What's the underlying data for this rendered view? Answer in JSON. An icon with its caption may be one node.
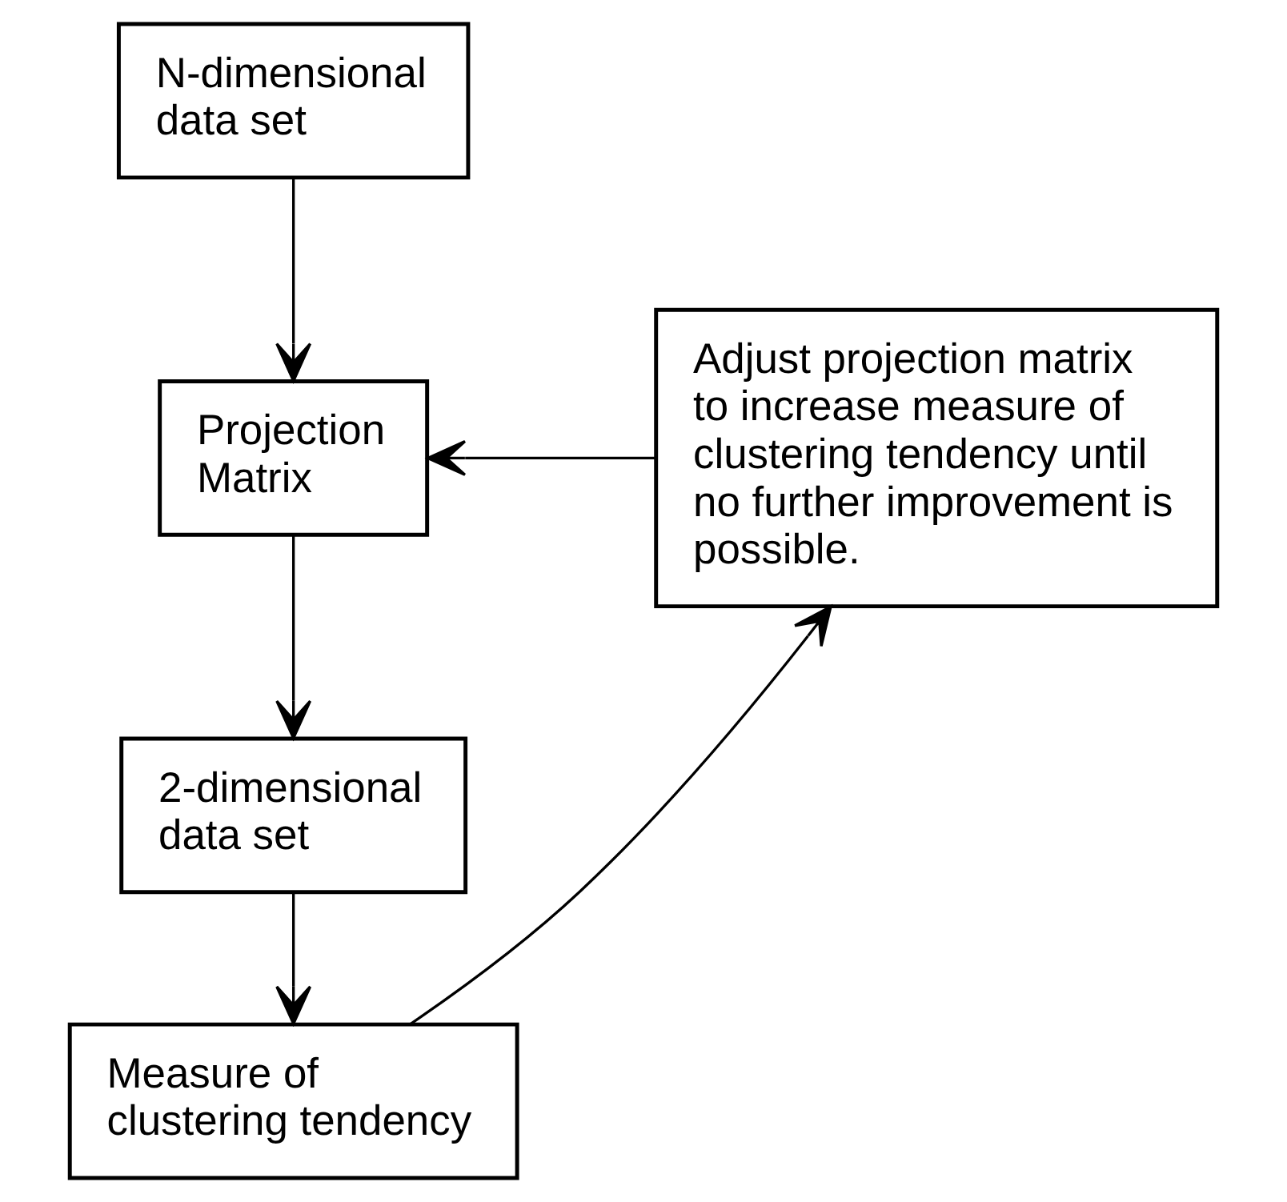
{
  "diagram": {
    "nodes": [
      {
        "text": [
          "N-dimensional data set"
        ]
      },
      {
        "text": [
          "Projection Matrix"
        ]
      },
      {
        "text": [
          "2-dimensional data set"
        ]
      },
      {
        "text": [
          "Measure of clustering tendency"
        ]
      },
      {
        "text": [
          "Adjust projection matrix to increase measure of clustering tendency until no further improvement is possible."
        ]
      }
    ],
    "edges": [
      {
        "from": 0,
        "to": 1,
        "arrow": "to"
      },
      {
        "from": 1,
        "to": 2,
        "arrow": "to"
      },
      {
        "from": 2,
        "to": 3,
        "arrow": "to"
      },
      {
        "from": 3,
        "to": 4,
        "arrow": "to"
      },
      {
        "from": 4,
        "to": 1,
        "arrow": "to"
      }
    ]
  }
}
